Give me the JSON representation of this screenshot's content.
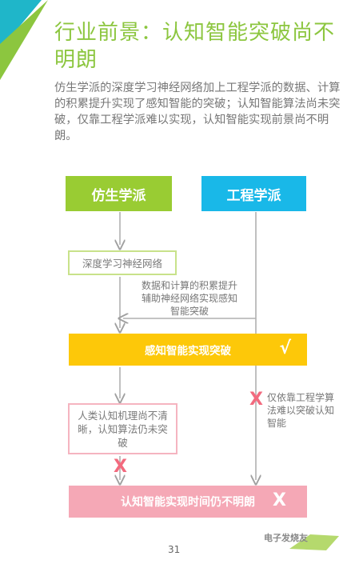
{
  "page": {
    "title": "行业前景：认知智能突破尚不明朗",
    "intro": "仿生学派的深度学习神经网络加上工程学派的数据、计算的积累提升实现了感知智能的突破；认知智能算法尚未突破，仅靠工程学派难以实现，认知智能实现前景尚不明朗。",
    "page_number": "31"
  },
  "diagram": {
    "bionic_school": "仿生学派",
    "engineering_school": "工程学派",
    "deep_learning": "深度学习神经网络",
    "data_note": "数据和计算的积累提升辅助神经网络实现感知智能突破",
    "perception_breakthrough": "感知智能实现突破",
    "check_mark": "√",
    "human_cognition_note": "人类认知机理尚不清晰，认知算法仍未突破",
    "engineering_note": "仅依靠工程学算法难以突破认知智能",
    "cognitive_unclear": "认知智能实现时间仍不明朗",
    "x_mark": "X"
  },
  "watermark": {
    "text": "电子发烧友"
  },
  "colors": {
    "green": "#99cc33",
    "blue": "#19b8e8",
    "yellow": "#fdc809",
    "pink": "#f5a8b6",
    "red_x": "#f26a7e",
    "title": "#8cc63f"
  }
}
